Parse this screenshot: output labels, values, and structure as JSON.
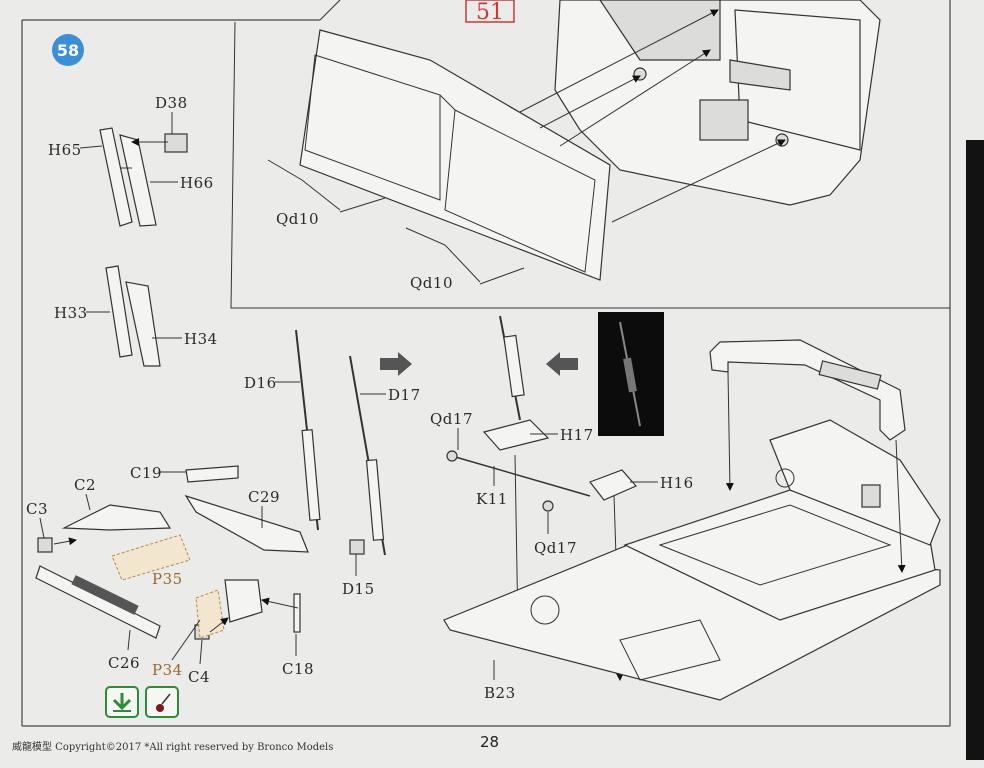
{
  "page": {
    "step_number": "58",
    "reference_step": "51",
    "page_number": "28",
    "footer_text": "威龍模型  Copyright©2017  *All right reserved by Bronco Models"
  },
  "labels": {
    "D38": "D38",
    "H65": "H65",
    "H66": "H66",
    "H33": "H33",
    "H34": "H34",
    "Qd10_a": "Qd10",
    "Qd10_b": "Qd10",
    "D16": "D16",
    "D17": "D17",
    "D15": "D15",
    "Qd17_a": "Qd17",
    "Qd17_b": "Qd17",
    "H17": "H17",
    "H16": "H16",
    "K11": "K11",
    "B23": "B23",
    "C19": "C19",
    "C2": "C2",
    "C3": "C3",
    "C29": "C29",
    "P35": "P35",
    "P34": "P34",
    "C26": "C26",
    "C4": "C4",
    "C18": "C18"
  },
  "icons": [
    "glue-icon",
    "paint-dot-icon",
    "direction-arrows-icon",
    "photo-inset"
  ],
  "colors": {
    "step_badge": "#3a8fd6",
    "reference_box": "#c83a3a",
    "photo_etch_label": "#9a6a2a",
    "glue_icon": "#2e8b3a"
  }
}
